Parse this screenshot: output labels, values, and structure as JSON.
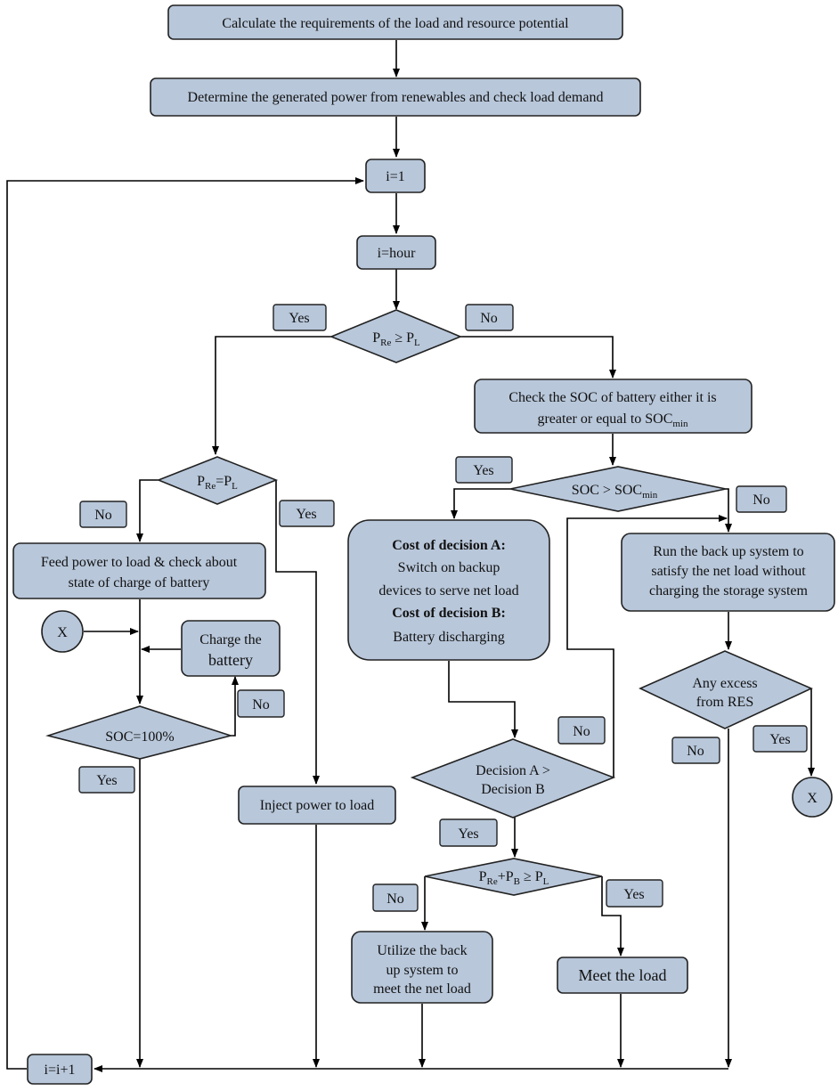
{
  "nodes": {
    "calc": "Calculate the requirements of the load and resource potential",
    "determine": "Determine the generated power from renewables and check load demand",
    "i1": "i=1",
    "ihour": "i=hour",
    "d1": {
      "p": "P",
      "re": "Re",
      "ge": " ≥ P",
      "l": "L"
    },
    "d2": {
      "p": "P",
      "re": "Re",
      "eq": "=P",
      "l": "L"
    },
    "check_soc": {
      "line1": "Check the SOC of battery either it is",
      "line2": "greater or equal to SOC",
      "sub": "min"
    },
    "d_soc": {
      "text": "SOC > SOC",
      "sub": "min"
    },
    "feed": {
      "line1": "Feed power to load & check about",
      "line2": "state of charge of battery"
    },
    "charge": {
      "line1": "Charge the",
      "line2": "battery"
    },
    "soc100": "SOC=100%",
    "inject": "Inject power to load",
    "cost": {
      "a_title": "Cost of decision A:",
      "a1": "Switch on backup",
      "a2": "devices to serve net load",
      "b_title": "Cost of decision B:",
      "b1": "Battery discharging"
    },
    "backup_run": {
      "line1": "Run the back up system to",
      "line2": "satisfy the net load without",
      "line3": "charging the storage system"
    },
    "excess": {
      "line1": "Any excess",
      "line2": "from RES"
    },
    "decision_ab": {
      "line1": "Decision A >",
      "line2": "Decision B"
    },
    "d_prepb": {
      "p": "P",
      "re": "Re",
      "plus": "+P",
      "b": "B",
      "ge": " ≥ P",
      "l": "L"
    },
    "utilize": {
      "line1": "Utilize the back",
      "line2": "up system to",
      "line3": "meet the net load"
    },
    "meet": "Meet the load",
    "iinc": "i=i+1",
    "x_left": "X",
    "x_right": "X"
  },
  "labels": {
    "yes1": "Yes",
    "no1": "No",
    "no2": "No",
    "yes2": "Yes",
    "yes3": "Yes",
    "no3": "No",
    "no4": "No",
    "yes4": "Yes",
    "no5": "No",
    "no6": "No",
    "yes6": "Yes",
    "yes7": "Yes",
    "no8": "No",
    "yes8": "Yes"
  }
}
